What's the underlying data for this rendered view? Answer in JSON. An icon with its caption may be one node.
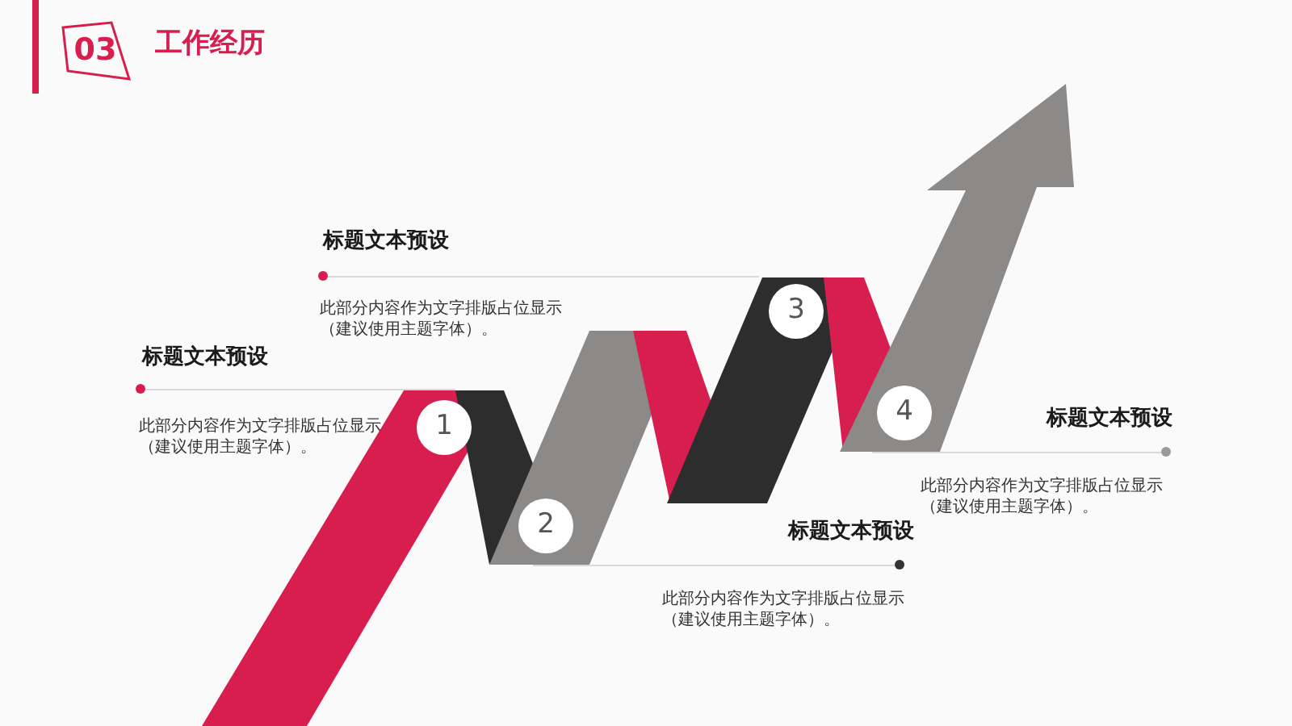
{
  "diagram": {
    "title": "工作经历",
    "nodes": [
      {
        "text": [
          "03"
        ]
      },
      {
        "text": [
          "1"
        ]
      },
      {
        "text": [
          "2"
        ]
      },
      {
        "text": [
          "3"
        ]
      },
      {
        "text": [
          "4"
        ]
      }
    ],
    "labels": [
      "标题文本预设",
      "此部分内容作为文字排版占位显示（建议使用主题字体）。",
      "标题文本预设",
      "此部分内容作为文字排版占位显示（建议使用主题字体）。",
      "标题文本预设",
      "此部分内容作为文字排版占位显示（建议使用主题字体）。",
      "标题文本预设",
      "此部分内容作为文字排版占位显示（建议使用主题字体）。"
    ]
  }
}
